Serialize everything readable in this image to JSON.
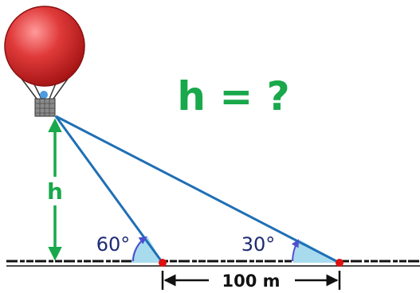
{
  "title": "h = ?",
  "height_label": "h",
  "angle_near": "60°",
  "angle_far": "30°",
  "distance_label": "100 m",
  "colors": {
    "balloon": "#d42a2a",
    "title": "#19a84b",
    "height_arrow": "#19a84b",
    "sight_lines": "#1f6fb5",
    "angle_fill": "#a9dbee",
    "angle_arc": "#4d4fcf",
    "observer_points": "#e01010",
    "ground": "#111111"
  }
}
